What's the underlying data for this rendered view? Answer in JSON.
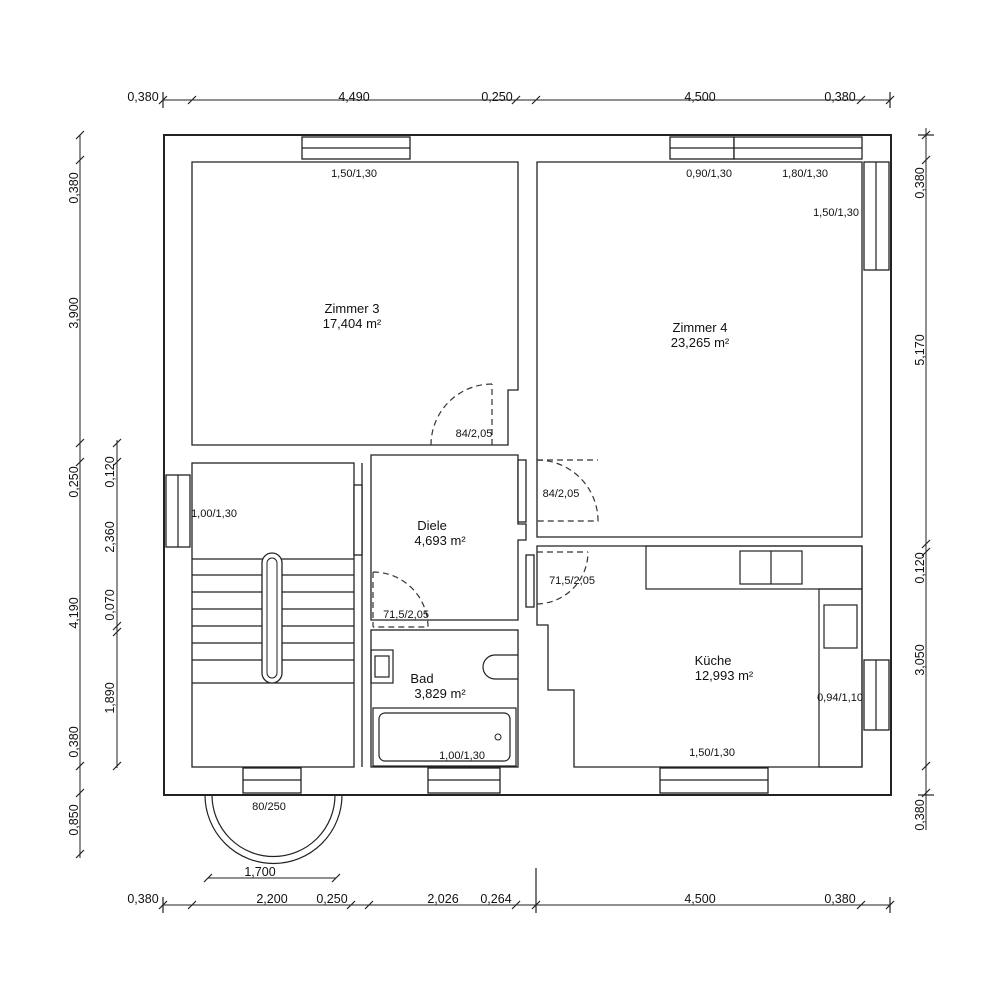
{
  "rooms": {
    "zimmer3": {
      "name": "Zimmer 3",
      "area": "17,404 m²"
    },
    "zimmer4": {
      "name": "Zimmer 4",
      "area": "23,265 m²"
    },
    "diele": {
      "name": "Diele",
      "area": "4,693 m²"
    },
    "bad": {
      "name": "Bad",
      "area": "3,829 m²"
    },
    "kueche": {
      "name": "Küche",
      "area": "12,993 m²"
    }
  },
  "openings": {
    "win_z3_top": "1,50/1,30",
    "win_z4_top_a": "0,90/1,30",
    "win_z4_top_b": "1,80/1,30",
    "win_z4_right": "1,50/1,30",
    "win_stair": "1,00/1,30",
    "win_bad": "1,00/1,30",
    "win_kueche_bottom": "1,50/1,30",
    "win_kueche_right": "0,94/1,10",
    "door_z3": "84/2,05",
    "door_z4": "84/2,05",
    "door_kueche": "71,5/2,05",
    "door_bad": "71,5/2,05",
    "entrance": "80/250"
  },
  "dimensions": {
    "top": [
      "0,380",
      "4,490",
      "0,250",
      "4,500",
      "0,380"
    ],
    "bottom": [
      "0,380",
      "2,200",
      "0,250",
      "2,026",
      "0,264",
      "4,500",
      "0,380"
    ],
    "bottom_entrance": "1,700",
    "left_outer": [
      "0,380",
      "3,900",
      "0,250",
      "4,190",
      "0,380",
      "0,850"
    ],
    "left_inner": [
      "0,120",
      "2,360",
      "0,070",
      "1,890"
    ],
    "right": [
      "0,380",
      "5,170",
      "0,120",
      "3,050",
      "0,380"
    ]
  }
}
